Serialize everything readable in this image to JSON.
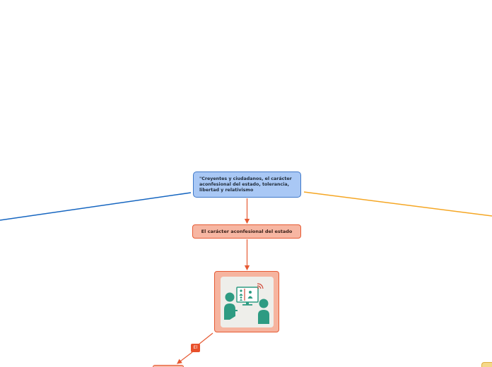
{
  "central_topic": {
    "text": "\"Creyentes y ciudadanos, el carácter aconfesional del estado, tolerancia, libertad y relativismo"
  },
  "subtopic": {
    "text": "El carácter aconfesional del estado"
  },
  "image_node": {
    "icon": "two-people-presentation-screen-icon"
  },
  "badge": {
    "text": "El"
  },
  "colors": {
    "central_fill": "#a9c8f5",
    "central_border": "#3f78c9",
    "branch_orange_red": "#e65a33",
    "branch_blue": "#1565c0",
    "branch_yellow": "#f5a623",
    "subtopic_fill": "#f7b6a2",
    "figure_teal": "#2e9b82"
  }
}
